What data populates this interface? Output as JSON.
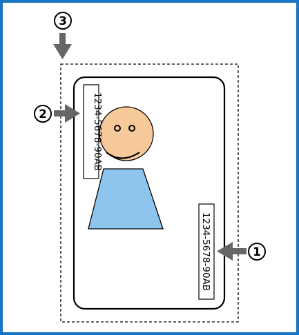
{
  "callouts": [
    {
      "number": "1"
    },
    {
      "number": "2"
    },
    {
      "number": "3"
    }
  ],
  "card": {
    "serial_number_1": "1234-5678-90AB",
    "serial_number_2": "1234-5678-90AB"
  },
  "colors": {
    "frame_border": "#1a74c4",
    "arrow": "#666666",
    "face_fill": "#f6c99b",
    "body_fill": "#8ec5ec",
    "line": "#000000"
  }
}
